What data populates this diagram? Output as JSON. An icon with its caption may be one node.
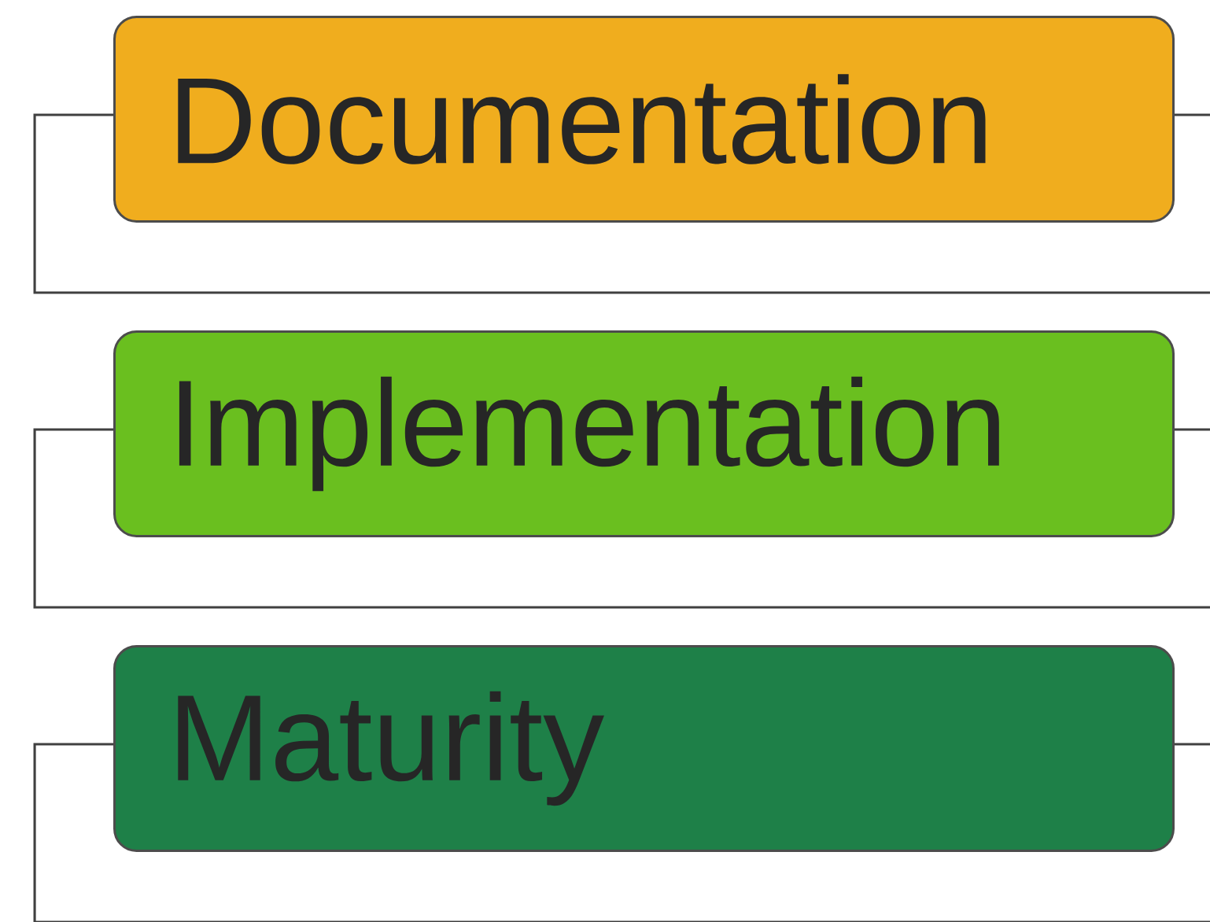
{
  "diagram": {
    "nodes": [
      {
        "text": [
          "Documentation"
        ]
      },
      {
        "text": [
          "Implementation"
        ]
      },
      {
        "text": [
          "Maturity"
        ]
      }
    ]
  }
}
